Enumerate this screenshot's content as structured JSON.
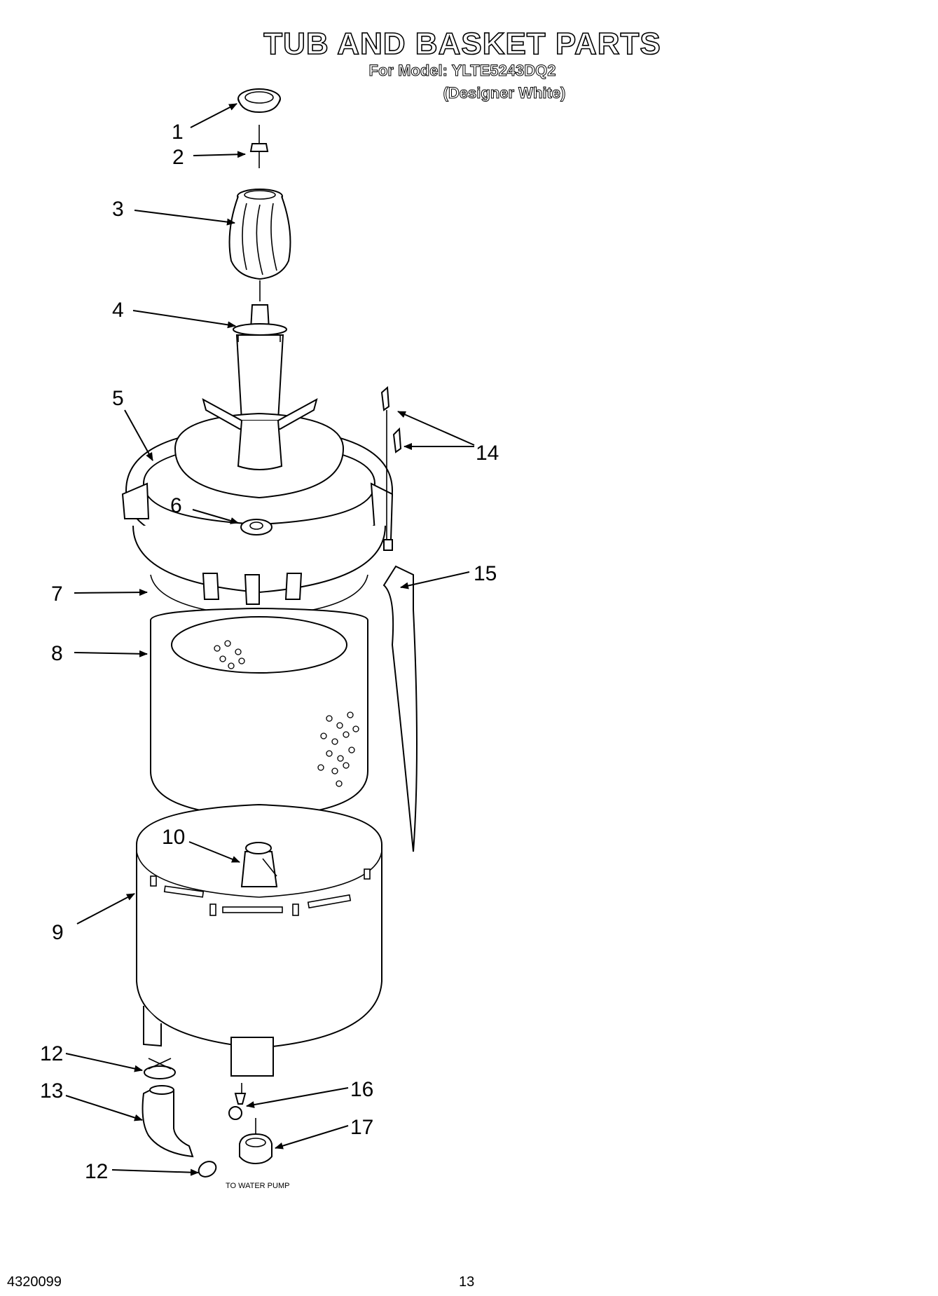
{
  "header": {
    "title": "TUB AND BASKET PARTS",
    "model": "For Model: YLTE5243DQ2",
    "variant": "(Designer White)"
  },
  "footer": {
    "doc_number": "4320099",
    "page_number": "13"
  },
  "diagram": {
    "note": "TO WATER PUMP",
    "callouts": [
      "1",
      "2",
      "3",
      "4",
      "5",
      "6",
      "7",
      "8",
      "9",
      "10",
      "12",
      "13",
      "12",
      "14",
      "15",
      "16",
      "17"
    ]
  }
}
